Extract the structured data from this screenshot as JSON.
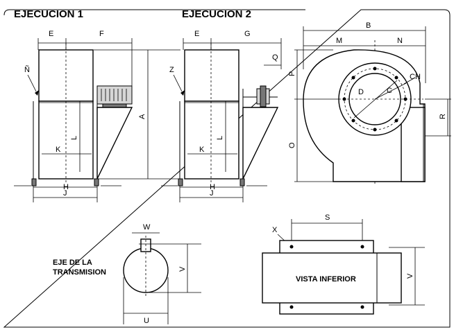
{
  "titles": {
    "view1": "EJECUCION 1",
    "view2": "EJECUCION 2",
    "shaft": "EJE DE LA",
    "shaft2": "TRANSMISION",
    "bottom": "VISTA INFERIOR"
  },
  "dims": {
    "A": "A",
    "B": "B",
    "CH": "CH",
    "C": "C",
    "D": "D",
    "E": "E",
    "F": "F",
    "G": "G",
    "H": "H",
    "J": "J",
    "K": "K",
    "L": "L",
    "M": "M",
    "N": "N",
    "N_tilde": "Ñ",
    "O": "O",
    "P": "P",
    "Q": "Q",
    "R": "R",
    "S": "S",
    "U": "U",
    "V": "V",
    "W": "W",
    "X": "X",
    "Z": "Z"
  }
}
